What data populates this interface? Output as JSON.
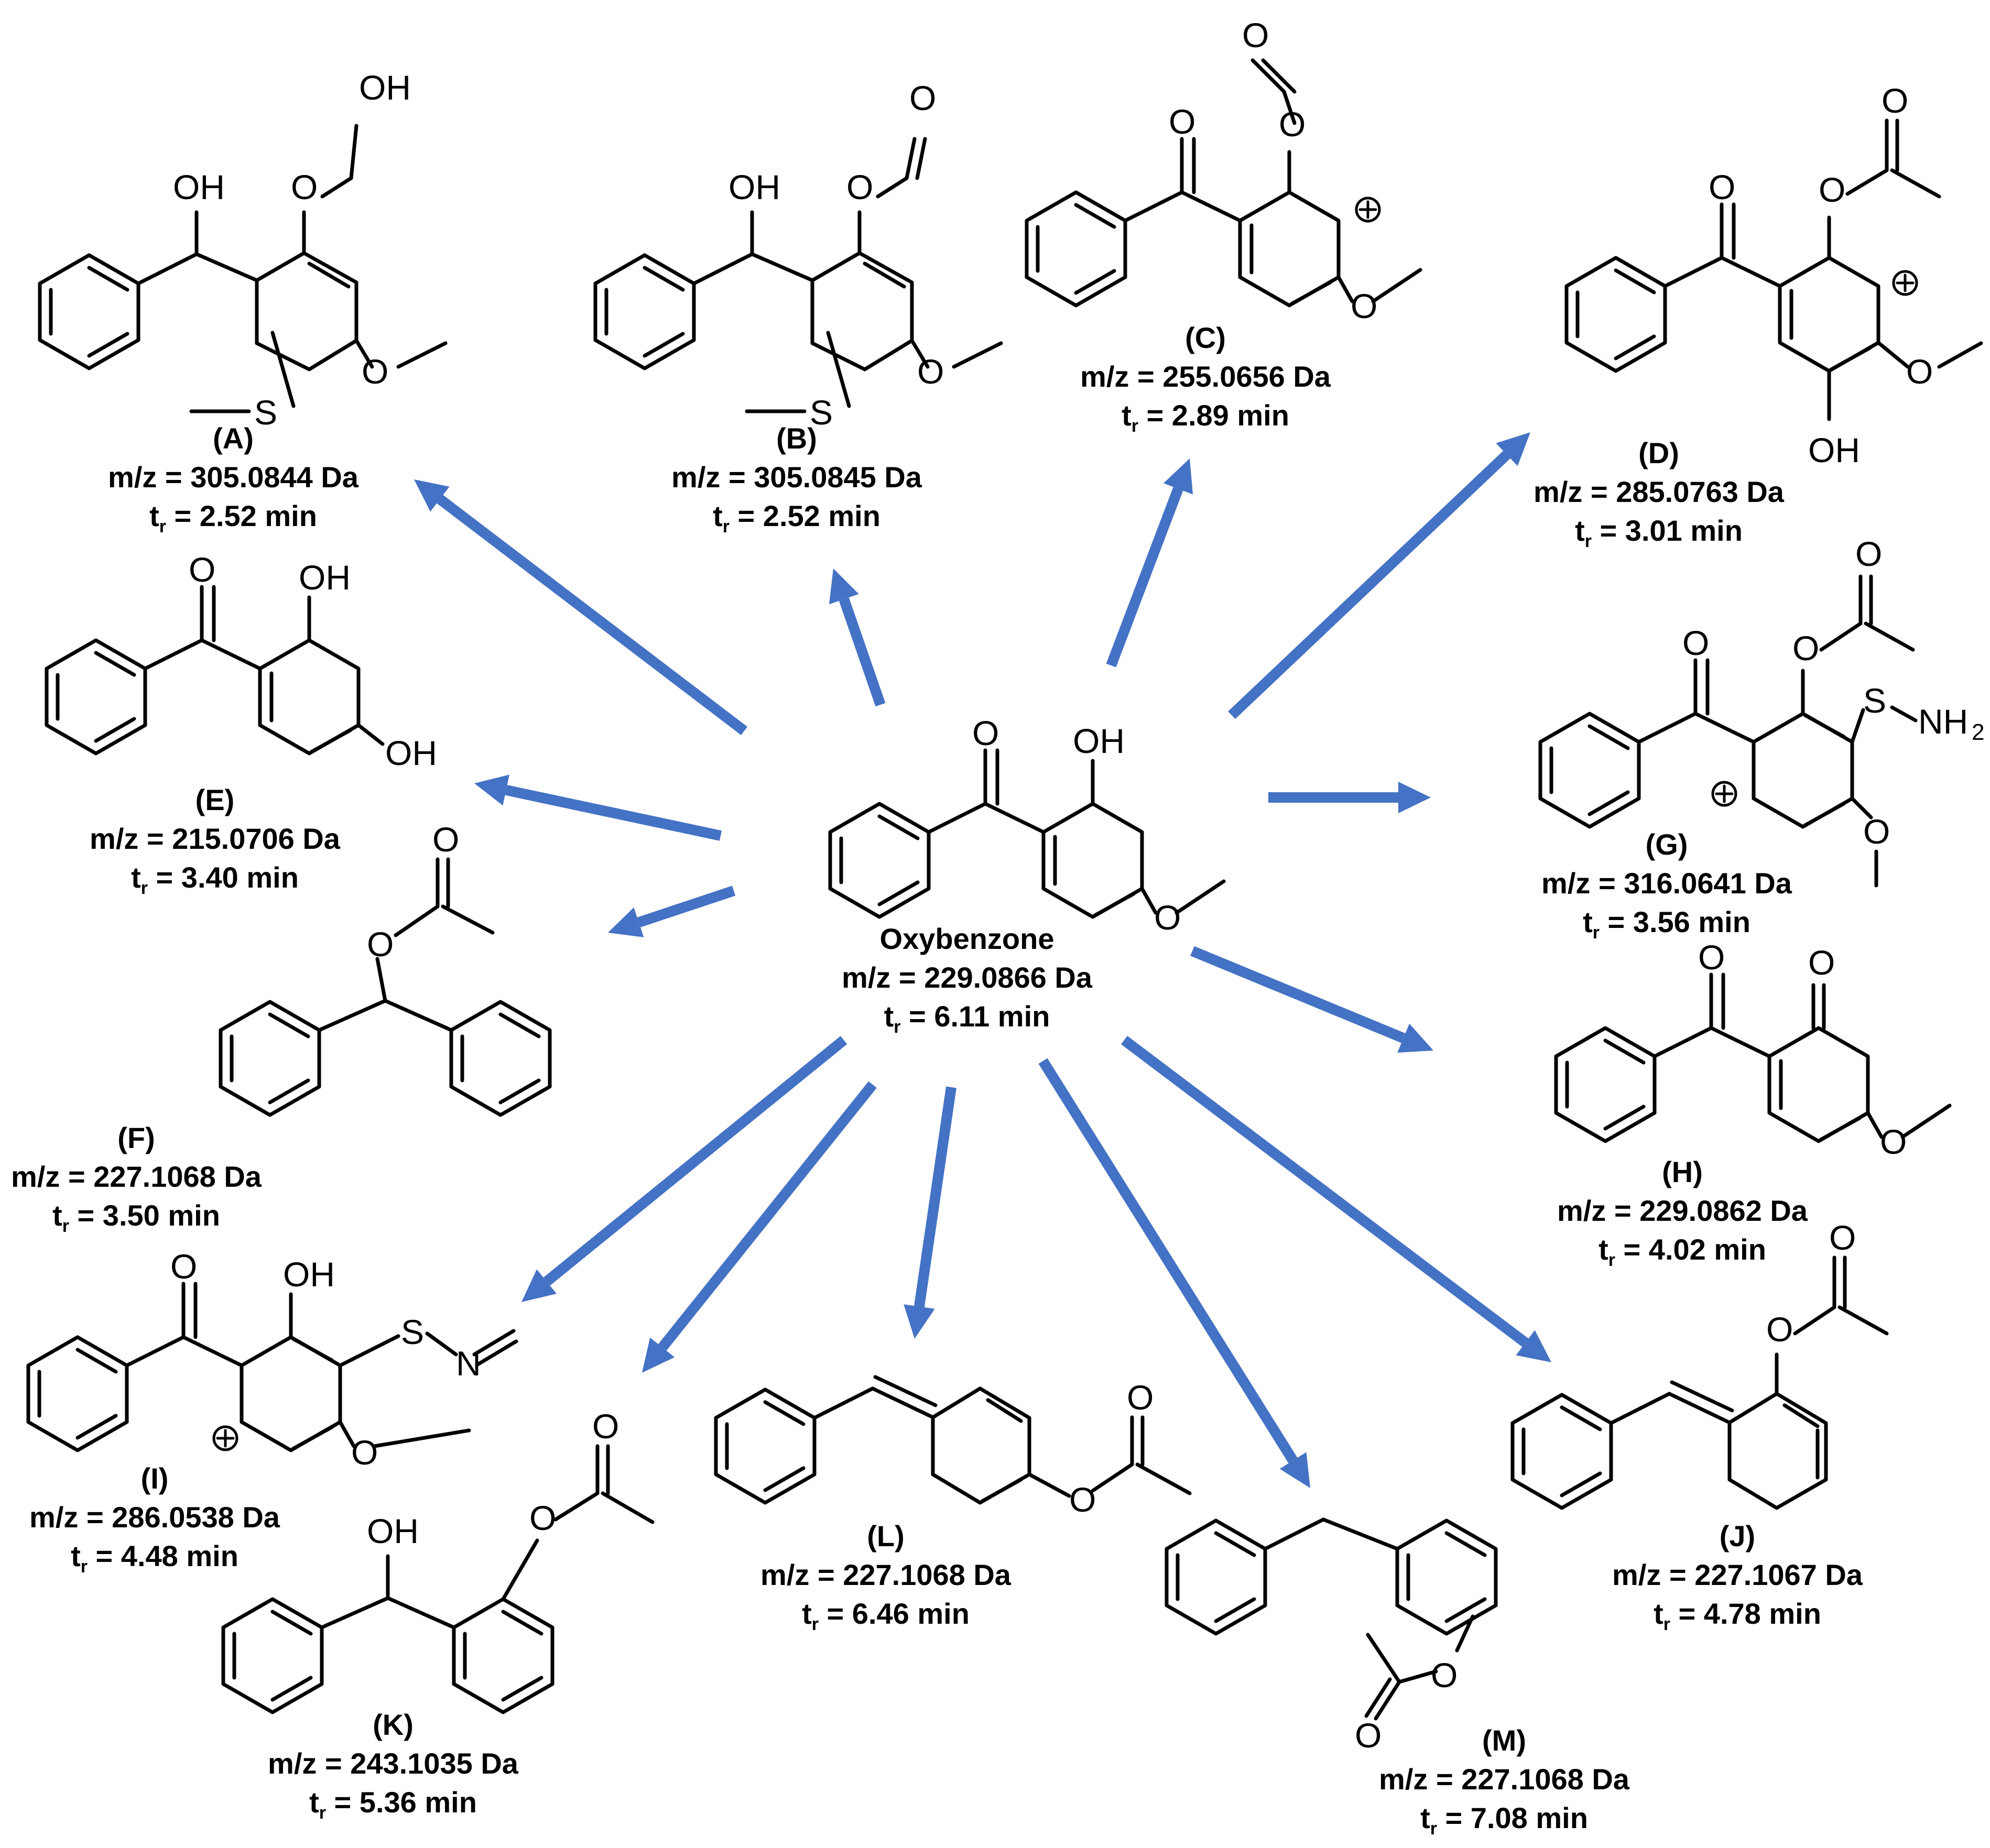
{
  "center": {
    "name": "Oxybenzone",
    "mz": "m/z = 229.0866 Da",
    "tr": "6.11 min"
  },
  "tr_prefix": "t",
  "tr_subscript": "r",
  "tr_joiner": " = ",
  "products": [
    {
      "id": "(A)",
      "mz": "m/z = 305.0844 Da",
      "tr": "2.52 min"
    },
    {
      "id": "(B)",
      "mz": "m/z = 305.0845 Da",
      "tr": "2.52 min"
    },
    {
      "id": "(C)",
      "mz": "m/z = 255.0656 Da",
      "tr": "2.89 min"
    },
    {
      "id": "(D)",
      "mz": "m/z = 285.0763 Da",
      "tr": "3.01 min"
    },
    {
      "id": "(E)",
      "mz": "m/z = 215.0706 Da",
      "tr": "3.40 min"
    },
    {
      "id": "(F)",
      "mz": "m/z = 227.1068 Da",
      "tr": "3.50 min"
    },
    {
      "id": "(G)",
      "mz": "m/z = 316.0641 Da",
      "tr": "3.56 min"
    },
    {
      "id": "(H)",
      "mz": "m/z = 229.0862 Da",
      "tr": "4.02 min"
    },
    {
      "id": "(I)",
      "mz": "m/z = 286.0538 Da",
      "tr": "4.48 min"
    },
    {
      "id": "(J)",
      "mz": "m/z = 227.1067 Da",
      "tr": "4.78 min"
    },
    {
      "id": "(K)",
      "mz": "m/z = 243.1035 Da",
      "tr": "5.36 min"
    },
    {
      "id": "(L)",
      "mz": "m/z = 227.1068 Da",
      "tr": "6.46 min"
    },
    {
      "id": "(M)",
      "mz": "m/z = 227.1068 Da",
      "tr": "7.08 min"
    }
  ],
  "atoms": {
    "oh": "OH",
    "o": "O",
    "s": "S",
    "n": "N",
    "nh": "NH",
    "nh_sub": "2",
    "plus": "+"
  },
  "arrow_color": "#4472C4"
}
